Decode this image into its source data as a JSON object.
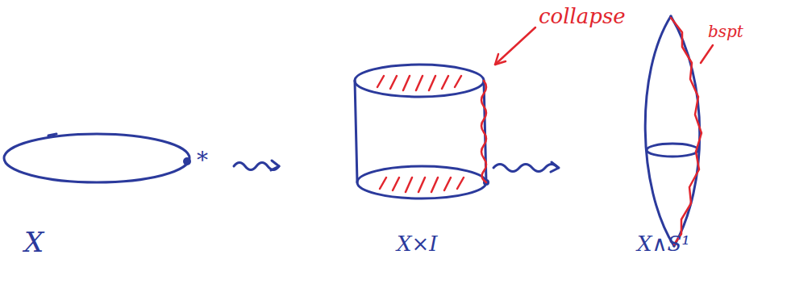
{
  "diagram": {
    "labels": [
      "*",
      "X",
      "X×I",
      "X∧S¹",
      "collapse",
      "bspt"
    ]
  }
}
